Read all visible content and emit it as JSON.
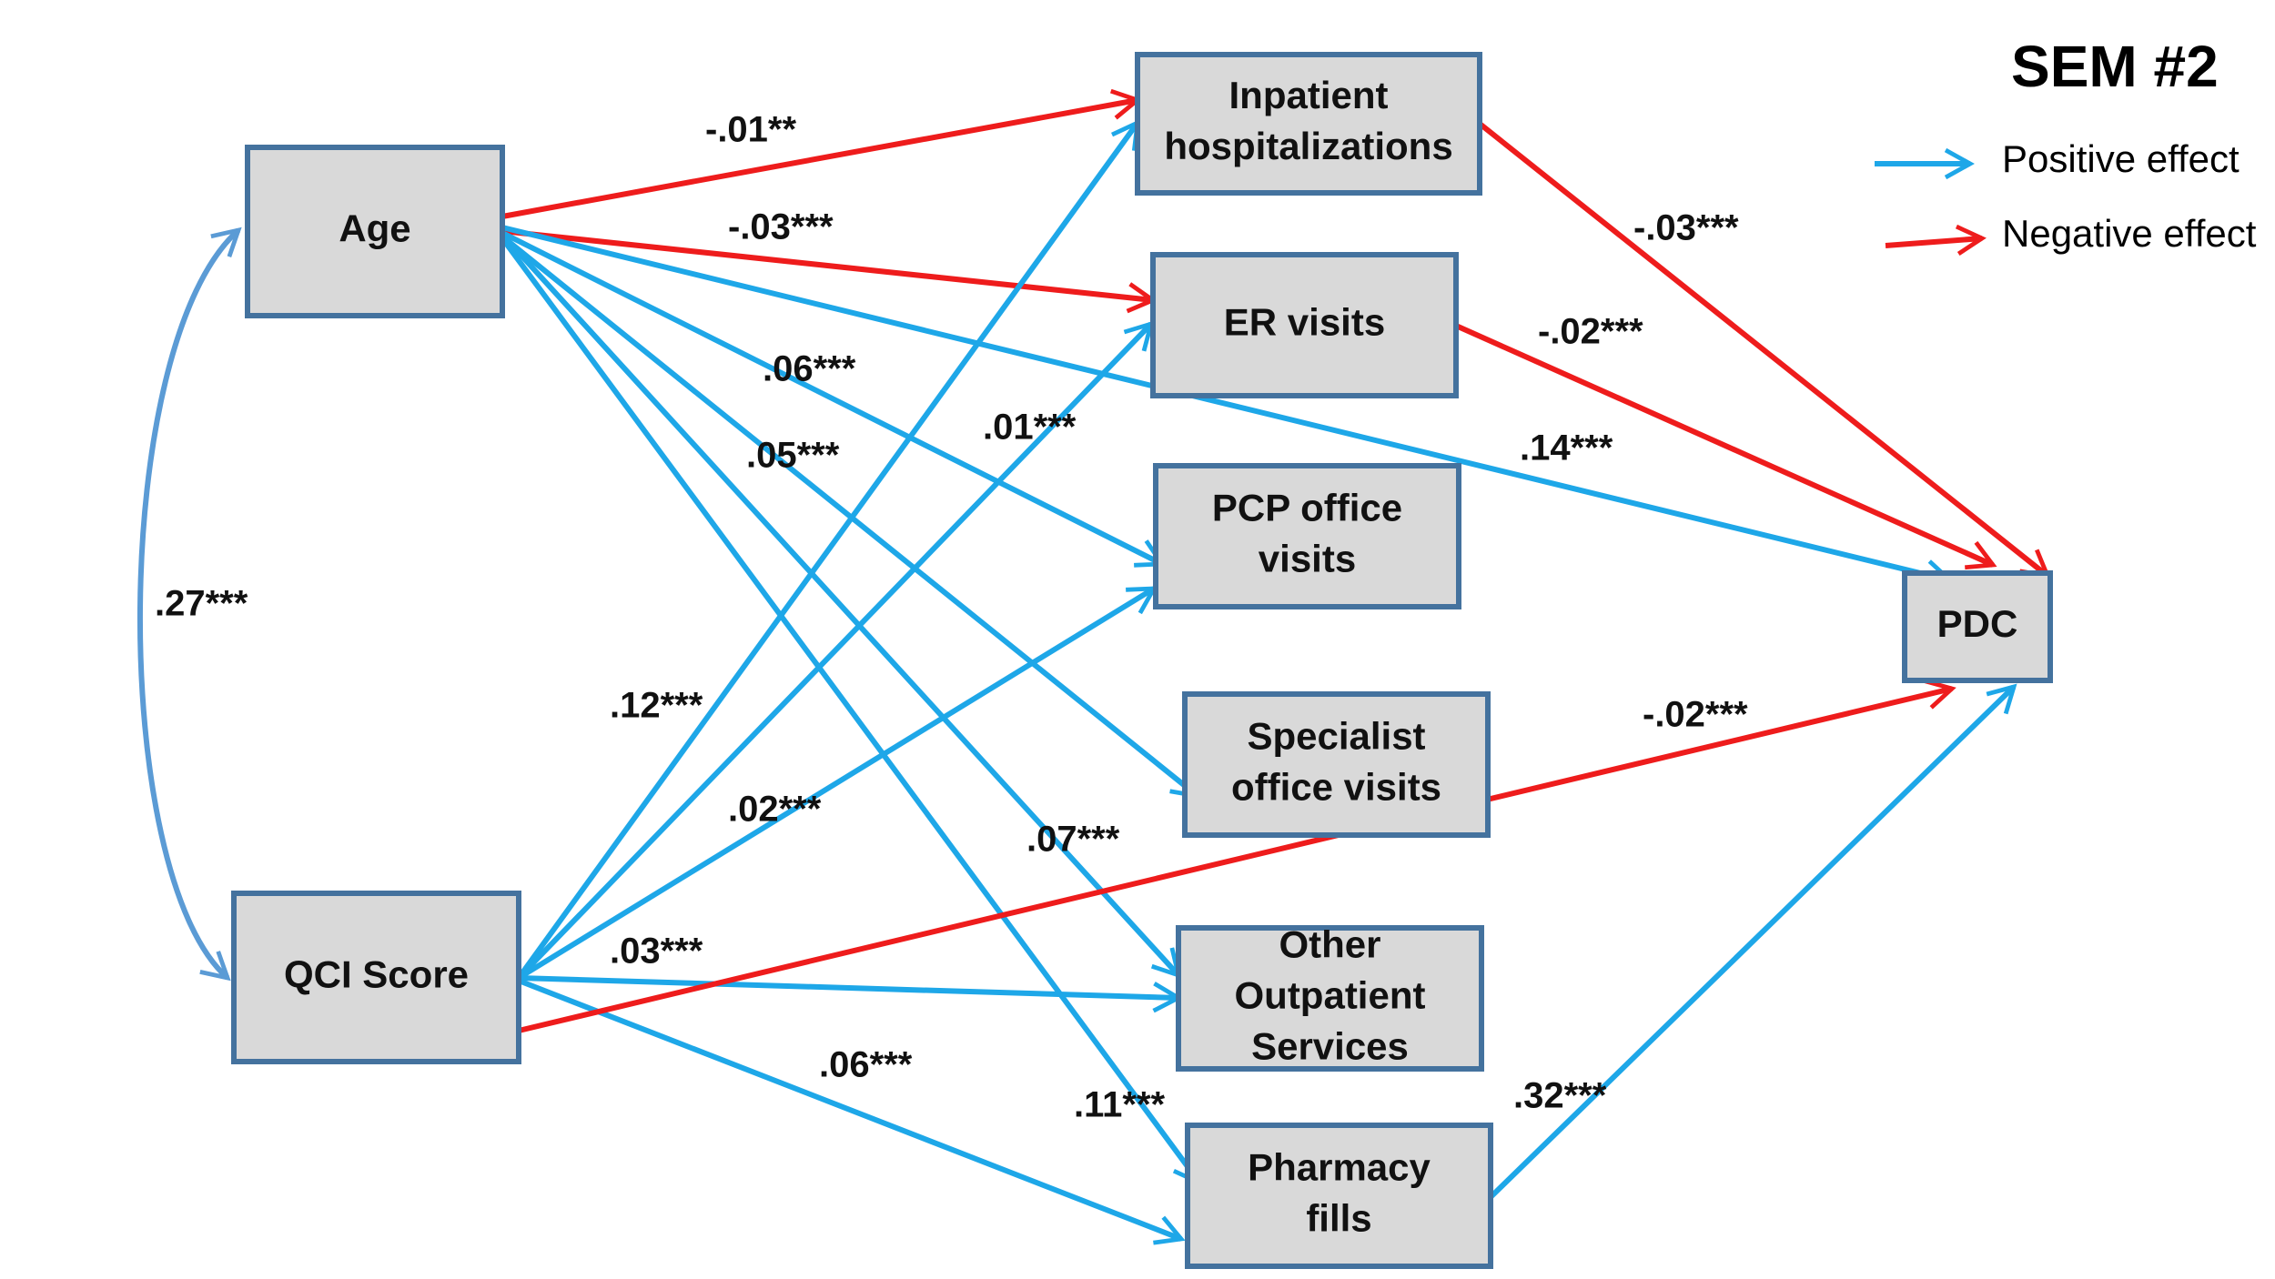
{
  "title": "SEM #2",
  "legend": [
    {
      "label": "Positive effect",
      "color": "#1ea7e8"
    },
    {
      "label": "Negative effect",
      "color": "#ee1c1c"
    }
  ],
  "colors": {
    "positive": "#1ea7e8",
    "negative": "#ee1c1c",
    "covariance": "#5b9bd5",
    "node_fill": "#d9d9d9",
    "node_border": "#44729e"
  },
  "nodes": [
    {
      "id": "age",
      "lines": [
        "Age"
      ]
    },
    {
      "id": "qci",
      "lines": [
        "QCI Score"
      ]
    },
    {
      "id": "inpatient",
      "lines": [
        "Inpatient",
        "hospitalizations"
      ]
    },
    {
      "id": "er",
      "lines": [
        "ER visits"
      ]
    },
    {
      "id": "pcp",
      "lines": [
        "PCP office",
        "visits"
      ]
    },
    {
      "id": "specialist",
      "lines": [
        "Specialist",
        "office visits"
      ]
    },
    {
      "id": "other",
      "lines": [
        "Other",
        "Outpatient",
        "Services"
      ]
    },
    {
      "id": "pharmacy",
      "lines": [
        "Pharmacy",
        "fills"
      ]
    },
    {
      "id": "pdc",
      "lines": [
        "PDC"
      ]
    }
  ],
  "edges": [
    {
      "id": "age-inpatient",
      "from": "age",
      "to": "inpatient",
      "label": "-.01**",
      "sign": "negative"
    },
    {
      "id": "age-er",
      "from": "age",
      "to": "er",
      "label": "-.03***",
      "sign": "negative"
    },
    {
      "id": "age-pcp",
      "from": "age",
      "to": "pcp",
      "label": ".06***",
      "sign": "positive"
    },
    {
      "id": "age-specialist",
      "from": "age",
      "to": "specialist",
      "label": ".05***",
      "sign": "positive"
    },
    {
      "id": "age-other",
      "from": "age",
      "to": "other",
      "label": ".07***",
      "sign": "positive"
    },
    {
      "id": "age-pharmacy",
      "from": "age",
      "to": "pharmacy",
      "label": ".11***",
      "sign": "positive"
    },
    {
      "id": "age-pdc",
      "from": "age",
      "to": "pdc",
      "label": ".14***",
      "sign": "positive"
    },
    {
      "id": "qci-inpatient",
      "from": "qci",
      "to": "inpatient",
      "label": ".12***",
      "sign": "positive"
    },
    {
      "id": "qci-er",
      "from": "qci",
      "to": "er",
      "label": ".01***",
      "sign": "positive"
    },
    {
      "id": "qci-pcp",
      "from": "qci",
      "to": "pcp",
      "label": ".02***",
      "sign": "positive"
    },
    {
      "id": "qci-other",
      "from": "qci",
      "to": "other",
      "label": ".03***",
      "sign": "positive"
    },
    {
      "id": "qci-pharmacy",
      "from": "qci",
      "to": "pharmacy",
      "label": ".06***",
      "sign": "positive"
    },
    {
      "id": "qci-pdc",
      "from": "qci",
      "to": "pdc",
      "label": "-.02***",
      "sign": "negative"
    },
    {
      "id": "inpatient-pdc",
      "from": "inpatient",
      "to": "pdc",
      "label": "-.03***",
      "sign": "negative"
    },
    {
      "id": "er-pdc",
      "from": "er",
      "to": "pdc",
      "label": "-.02***",
      "sign": "negative"
    },
    {
      "id": "pharmacy-pdc",
      "from": "pharmacy",
      "to": "pdc",
      "label": ".32***",
      "sign": "positive"
    }
  ],
  "covariance": {
    "between": [
      "age",
      "qci"
    ],
    "label": ".27***"
  }
}
